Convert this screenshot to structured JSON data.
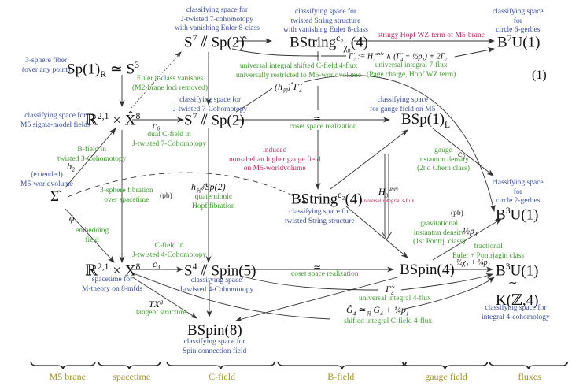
{
  "equation_number": "(1)",
  "nodes": {
    "sp1_s3": "Sp(1)<sub>R</sub> ≃ S<sup>3</sup>",
    "rx_hat": "ℝ<sup>2,1</sup> × X̂<sup>8</sup>",
    "sigma_hat": "Σ̂",
    "rx": "ℝ<sup>2,1</sup> × X<sup>8</sup>",
    "s7_sp2_hat": "S<sup>7</sup> ⫽ Sp(2)̂",
    "s7_sp2": "S<sup>7</sup> ⫽ Sp(2)",
    "s4_spin5": "S<sup>4</sup> ⫽ Spin(5)",
    "bspin8": "BSpin(8)",
    "bstring_chi": "BString<sup>c₂</sup><sub>χ₈</sub>(4)",
    "bstring": "BString<sup>c₂</sup>(4)",
    "bsp1l": "BSp(1)<sub>L</sub>",
    "bspin4": "BSpin(4)",
    "b7u1": "B<sup>7</sup>U(1)",
    "b3u1_top": "B<sup>3</sup>U(1)",
    "b3u1_bot": "B<sup>3</sup>U(1)",
    "kz4": "K(ℤ,4)",
    "iso": "≀"
  },
  "node_labels": {
    "sp1_s3": [
      "3-sphere fiber",
      "(over any point)"
    ],
    "rx_hat": [
      "classifying space for",
      "M5 sigma-model fields"
    ],
    "sigma_hat": [
      "(extended)",
      "M5-worldvolume"
    ],
    "rx": [
      "spacetime for",
      "M-theory on 8-mfds"
    ],
    "s7_sp2_hat": [
      "classifying space for",
      "J-twisted 7-cohomotopy",
      "with vanishing Euler 8-class"
    ],
    "s7_sp2": [
      "classifying space for",
      "J-twisted 7-Cohomotopy"
    ],
    "s4_spin5": [
      "classifying space",
      "J-twisted 4-Cohomotopy"
    ],
    "bspin8": [
      "classifying space for",
      "Spin connection field"
    ],
    "bstring_chi": [
      "classifying space for",
      "twisted String structure",
      "with vanishing Euler 8-class"
    ],
    "bstring": [
      "classifying space for",
      "twisted String structure"
    ],
    "bsp1l": [
      "classifying space",
      "for gauge field on M5"
    ],
    "b7u1": [
      "classifying space",
      "for",
      "circle 6-gerbes"
    ],
    "b3u1_top": [
      "classifying space",
      "for",
      "circle 2-gerbes"
    ],
    "kz4": [
      "classifying space for",
      "integral 4-cohomology"
    ]
  },
  "edge_labels": {
    "euler_vanishes": [
      "Euler 8-class vanishes",
      "(M2-brane loci removed)"
    ],
    "b_field": [
      "B-field in",
      "twisted 3-Cohomotopy"
    ],
    "b2": "b₂",
    "phi": "ϕ",
    "embedding": [
      "embedding",
      "field"
    ],
    "c6": "c₆",
    "dual_c_field": [
      "dual C-field in",
      "J-twisted 7-Cohomotopy"
    ],
    "sphere_fibration": [
      "3-sphere fibration",
      "over spacetime"
    ],
    "pb_left": "(pb)",
    "pb_right": "(pb)",
    "c_field": [
      "C-field in",
      "J-twisted 4-Cohomotopy"
    ],
    "c3": "c₃",
    "tx8": "TX⁸",
    "tangent": [
      "tangent structure"
    ],
    "hh_sp2": "h<sub>ℍ</sub>⫽Sp(2)",
    "quaternionic": [
      "quaternionic",
      "Hopf fibration"
    ],
    "induced": [
      "induced",
      "non-abelian higher gauge field",
      "on M5-worldvolume"
    ],
    "hh_gamma": "(h<sub>ℍ</sub>)<sup>*</sup>Γ̃<sub>4</sub>",
    "univ_shifted": [
      "universal integral shifted C-field 4-flux",
      "universally restricted to M5-worldvolume"
    ],
    "coset_top": [
      "coset space realization"
    ],
    "coset_bottom": [
      "coset space realization"
    ],
    "simeq": "≃",
    "stringy_hopf": [
      "stringy Hopf WZ-term of M5-brane"
    ],
    "gamma7": "Γ̃<sub>7</sub> := H<sub>3</sub><sup>univ</sup> ∧ (Γ̃<sub>4</sub> + ½p<sub>1</sub>) + 2Γ<sub>7</sub>",
    "flux7": [
      "universal integral 7-flux",
      "(Page charge, Hopf WZ term)"
    ],
    "h3": "H<sub>3</sub><sup>univ</sup>",
    "flux3": [
      "universal integral 3-flux"
    ],
    "c2": "c₂",
    "gauge_instanton": [
      "gauge",
      "instanton density",
      "(2nd Chern class)"
    ],
    "grav_instanton": [
      "gravitational",
      "instanton density",
      "(1st Pontrj. class)"
    ],
    "half_p1": "½p₁",
    "fractional": [
      "fractional",
      "Euler + Pontrjagin class"
    ],
    "chi_p1": "½χ₄ + ¼p₁",
    "gamma4": "Γ̃<sub>4</sub>",
    "flux4": [
      "universal integral 4-flux"
    ],
    "g4": "G̃<sub>4</sub> ≃<sub>ℝ</sub> G<sub>4</sub> + ¼p<sub>1</sub>",
    "shifted_flux": [
      "shifted integral C-field 4-flux"
    ]
  },
  "footer": [
    "M5 brane",
    "spacetime",
    "C-field",
    "B-field",
    "gauge field",
    "fluxes"
  ],
  "colors": {
    "blue": "#3b4fa0",
    "green": "#3f9a2e",
    "red": "#c0245c",
    "olive": "#a09428"
  }
}
